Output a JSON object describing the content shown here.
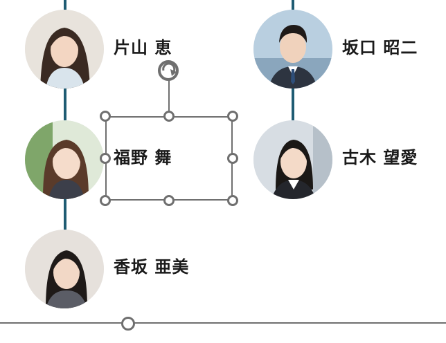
{
  "people": [
    {
      "name": "片山 恵",
      "photo_icon": "woman-photo-icon"
    },
    {
      "name": "福野 舞",
      "photo_icon": "woman-photo-icon"
    },
    {
      "name": "香坂 亜美",
      "photo_icon": "woman-photo-icon"
    },
    {
      "name": "坂口 昭二",
      "photo_icon": "man-photo-icon"
    },
    {
      "name": "古木 望愛",
      "photo_icon": "woman-photo-icon"
    }
  ],
  "colors": {
    "connector": "#1f5c73",
    "selection": "#6f6f6f",
    "text": "#1a1a1a",
    "background": "#ffffff"
  }
}
